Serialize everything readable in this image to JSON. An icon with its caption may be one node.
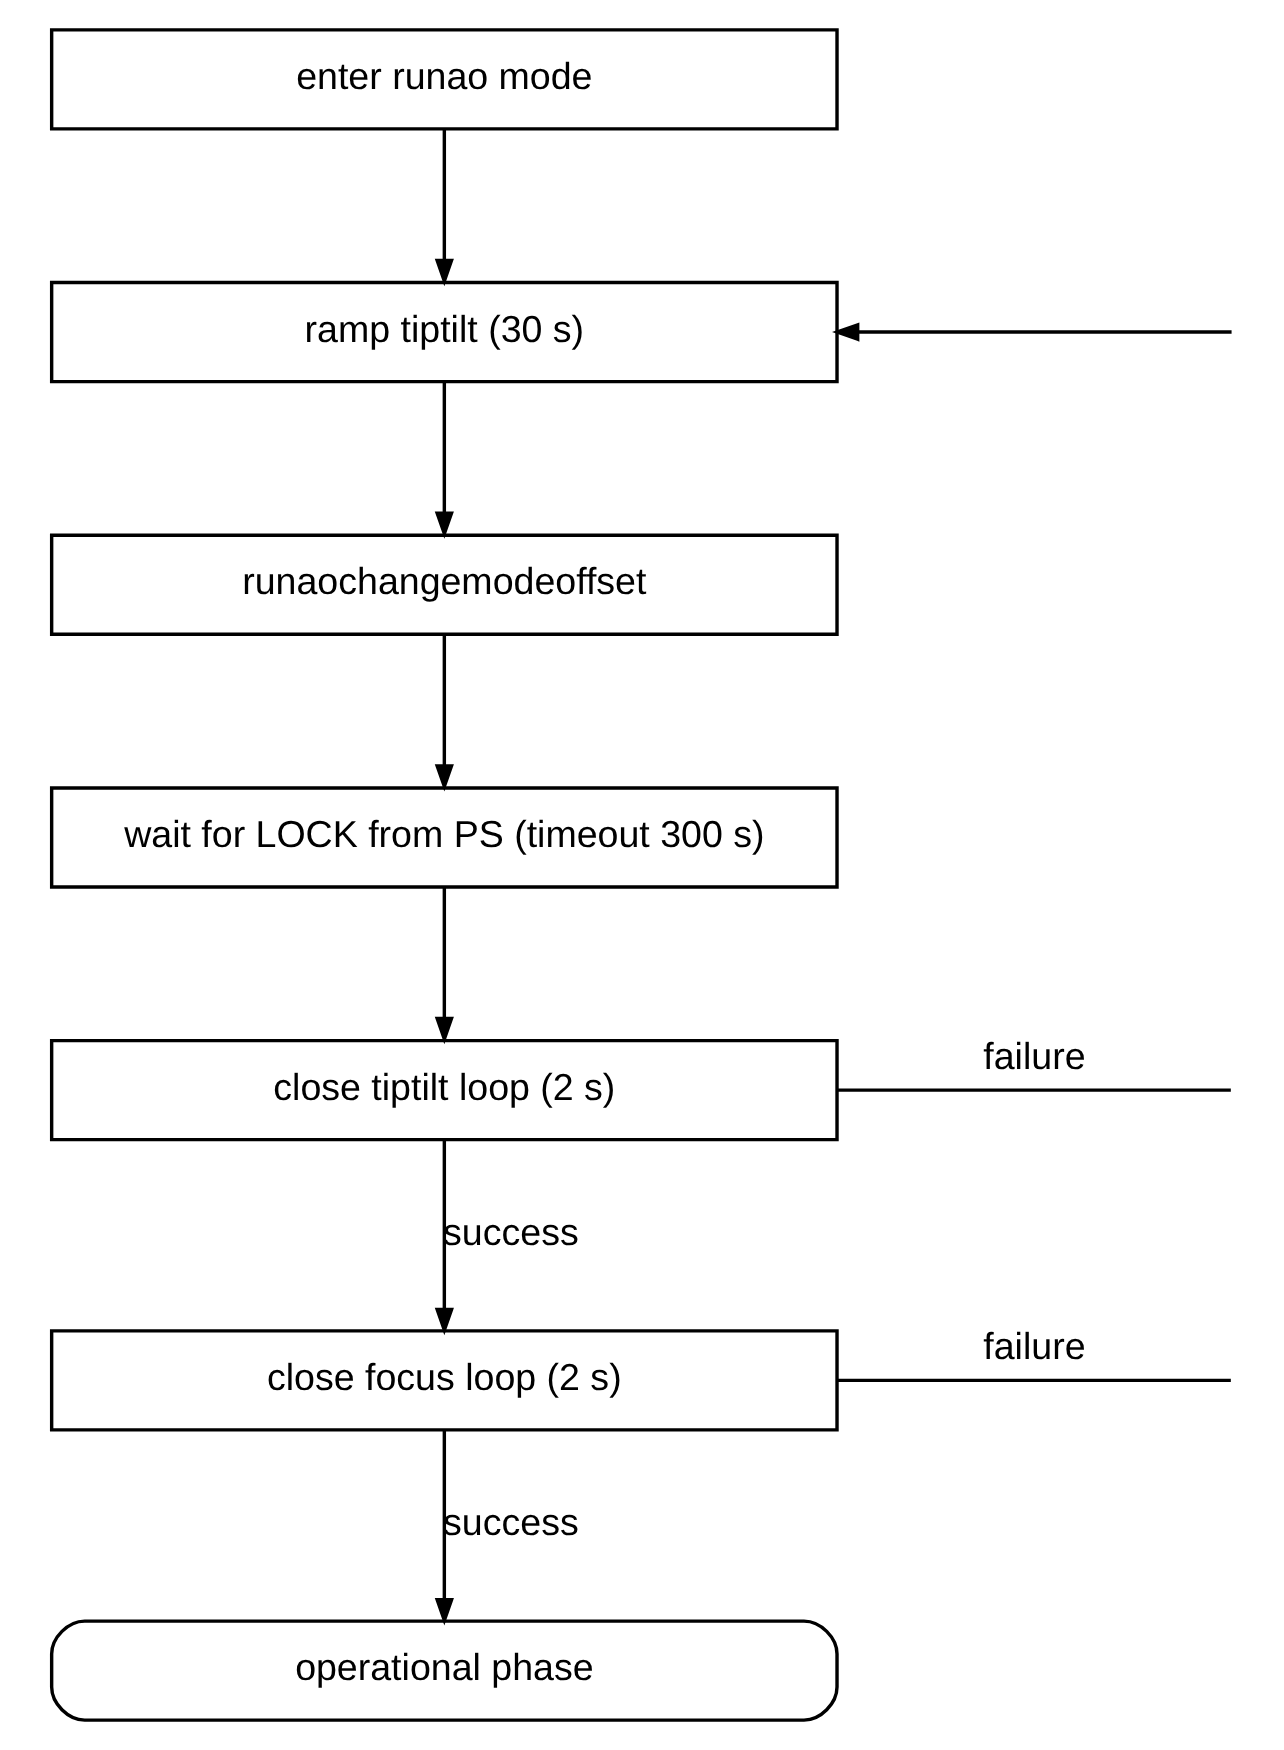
{
  "diagram": {
    "nodes": [
      {
        "text": [
          "enter runao mode"
        ]
      },
      {
        "text": [
          "ramp tiptilt (30 s)"
        ]
      },
      {
        "text": [
          "runaochangemodeoffset"
        ]
      },
      {
        "text": [
          "wait for LOCK from PS (timeout 300 s)"
        ]
      },
      {
        "text": [
          "close tiptilt loop (2 s)"
        ]
      },
      {
        "text": [
          "close focus loop (2 s)"
        ]
      },
      {
        "text": [
          "operational phase"
        ]
      }
    ],
    "edges": [
      {
        "from": 0,
        "to": 1,
        "arrow": "to"
      },
      {
        "from": 1,
        "to": 2,
        "arrow": "to"
      },
      {
        "from": 2,
        "to": 3,
        "arrow": "to"
      },
      {
        "from": 3,
        "to": 4,
        "arrow": "to"
      },
      {
        "from": 4,
        "to": 5,
        "arrow": "to",
        "label": "success"
      },
      {
        "from": 5,
        "to": 6,
        "arrow": "to",
        "label": "success"
      },
      {
        "from": 4,
        "to": null,
        "arrow": "none",
        "label": "failure"
      },
      {
        "from": 5,
        "to": null,
        "arrow": "none",
        "label": "failure"
      },
      {
        "from": null,
        "to": 1,
        "arrow": "to"
      }
    ]
  }
}
